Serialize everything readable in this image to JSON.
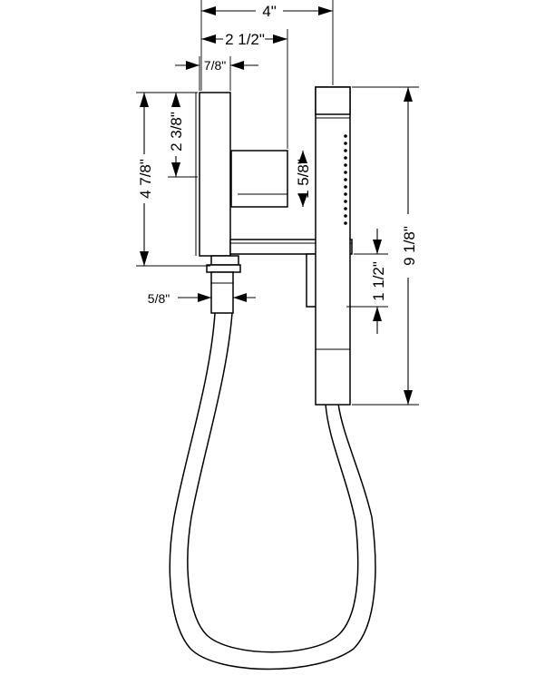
{
  "dimensions": {
    "overall_width": "4\"",
    "holder_offset": "2 1/2\"",
    "wall_plate_depth": "7/8\"",
    "outlet_height": "2 3/8\"",
    "wall_plate_height": "4 7/8\"",
    "holder_height": "1 5/8\"",
    "handshower_length": "9 1/8\"",
    "handle_height": "1 1/2\"",
    "outlet_diameter": "5/8\""
  }
}
